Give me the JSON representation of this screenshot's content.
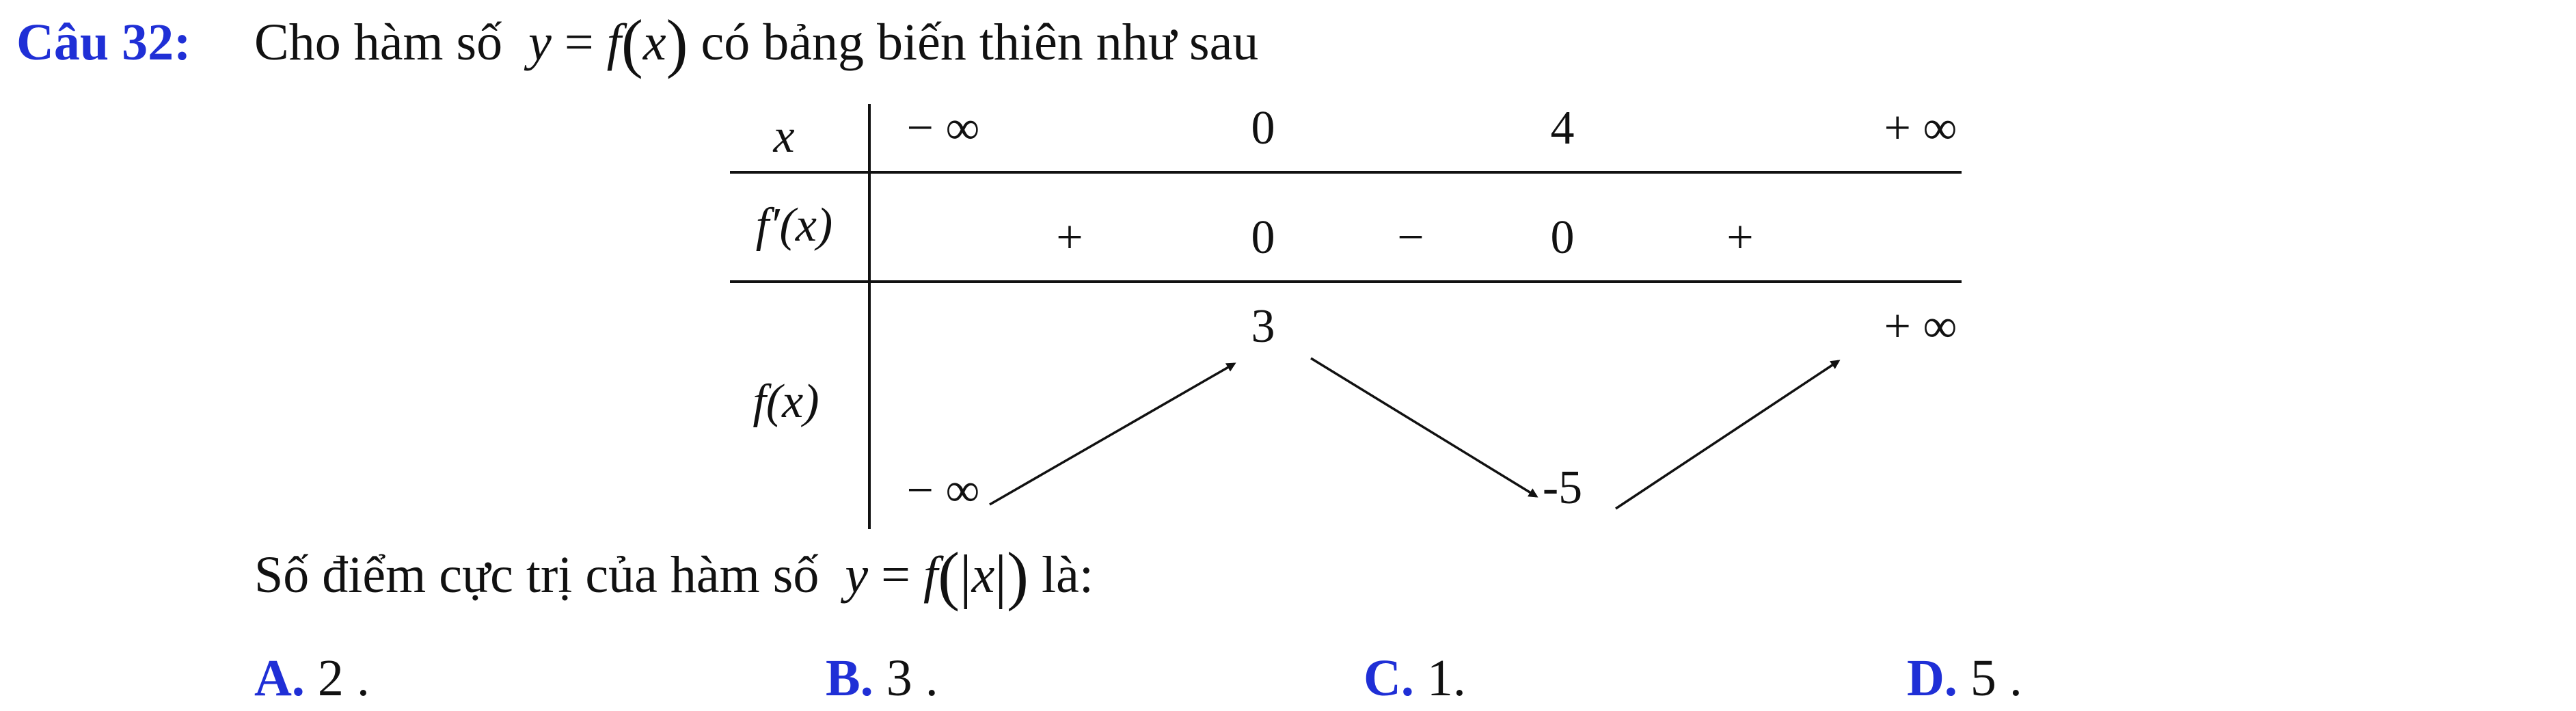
{
  "question": {
    "label": "Câu 32:",
    "intro": "Cho hàm số",
    "function_y": "y",
    "equals": "=",
    "function_f": "f",
    "var_x": "x",
    "intro_tail": "có bảng biến thiên như sau",
    "ask": "Số điểm cực trị của hàm số",
    "ask_tail": "là:"
  },
  "table": {
    "row_x_label": "x",
    "row_fprime_label": "f′(x)",
    "row_f_label": "f(x)",
    "x_values": [
      "− ∞",
      "0",
      "4",
      "+ ∞"
    ],
    "fprime_values": [
      "+",
      "0",
      "−",
      "0",
      "+"
    ],
    "f_values": {
      "left": "− ∞",
      "max": "3",
      "min": "-5",
      "right": "+ ∞"
    }
  },
  "answers": [
    {
      "letter": "A.",
      "value": "2 ."
    },
    {
      "letter": "B.",
      "value": "3 ."
    },
    {
      "letter": "C.",
      "value": "1."
    },
    {
      "letter": "D.",
      "value": "5 ."
    }
  ],
  "colors": {
    "accent": "#1f2fd6",
    "text": "#111111"
  }
}
